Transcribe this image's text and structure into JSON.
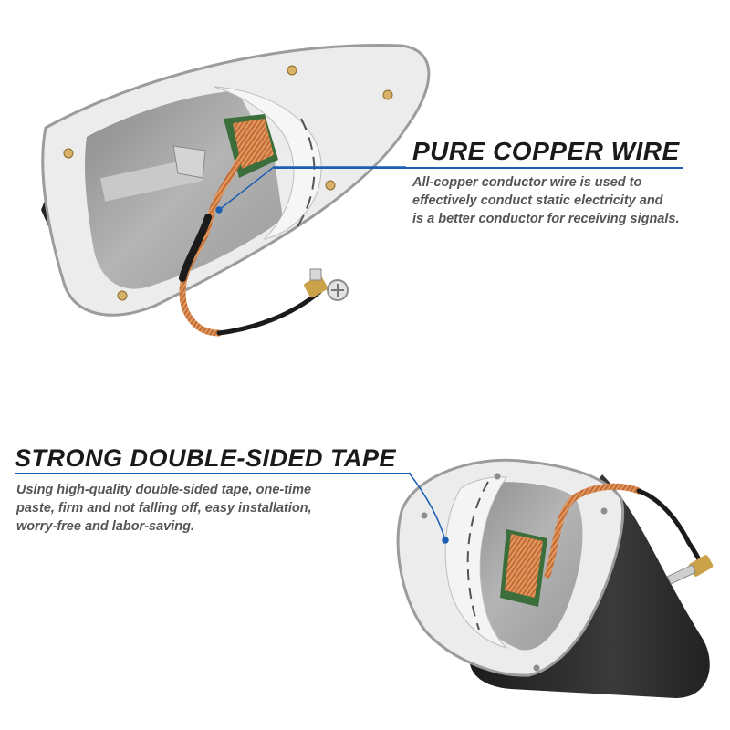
{
  "section_copper": {
    "heading": "PURE COPPER WIRE",
    "desc_lines": [
      "All-copper conductor wire is used to",
      "effectively conduct static electricity and",
      "is a better conductor for receiving signals."
    ]
  },
  "section_tape": {
    "heading": "STRONG DOUBLE-SIDED TAPE",
    "desc_lines": [
      "Using high-quality double-sided tape, one-time",
      "paste, firm and not falling off, easy installation,",
      "worry-free and labor-saving."
    ]
  },
  "colors": {
    "accent_line": "#1a5fb4",
    "heading_text": "#1a1a1a",
    "desc_text": "#555555",
    "copper": "#c8703a",
    "antenna_body": "#2b2b2b",
    "base_plate": "#ebebeb"
  }
}
